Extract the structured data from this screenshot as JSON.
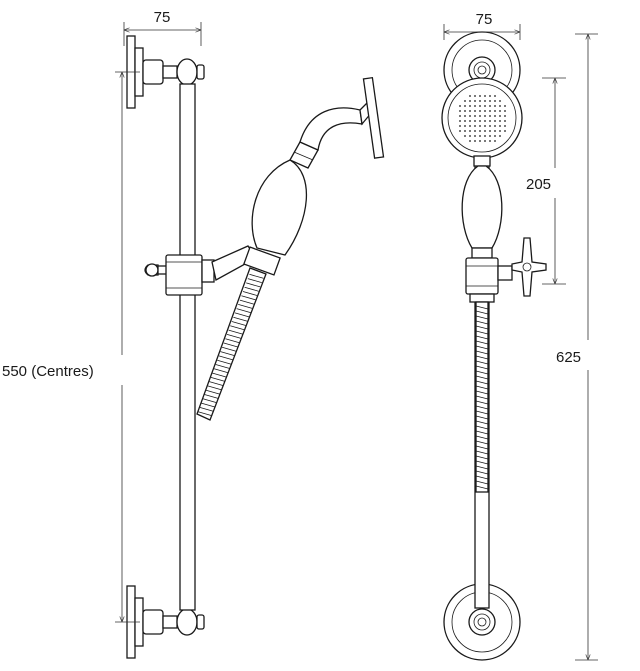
{
  "dimensions": {
    "side_bracket_width": "75",
    "side_centres": "550 (Centres)",
    "front_bracket_width": "75",
    "front_head_height": "205",
    "front_overall_height": "625"
  },
  "colors": {
    "line": "#1a1a1a",
    "background": "#ffffff"
  }
}
